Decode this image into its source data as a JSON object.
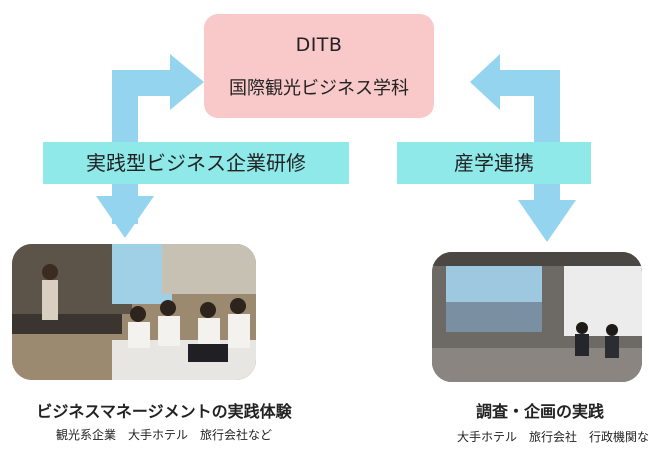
{
  "center": {
    "title": "DITB",
    "subtitle": "国際観光ビジネス学科"
  },
  "left": {
    "label": "実践型ビジネス企業研修",
    "caption_title": "ビジネスマネージメントの実践体験",
    "caption_sub": "観光系企業　大手ホテル　旅行会社など"
  },
  "right": {
    "label": "産学連携",
    "caption_title": "調査・企画の実践",
    "caption_sub": "大手ホテル　旅行会社　行政機関な"
  },
  "colors": {
    "center_box": "#f9c8c8",
    "label_box": "#8fe9e9",
    "arrow": "#94d4ef"
  }
}
